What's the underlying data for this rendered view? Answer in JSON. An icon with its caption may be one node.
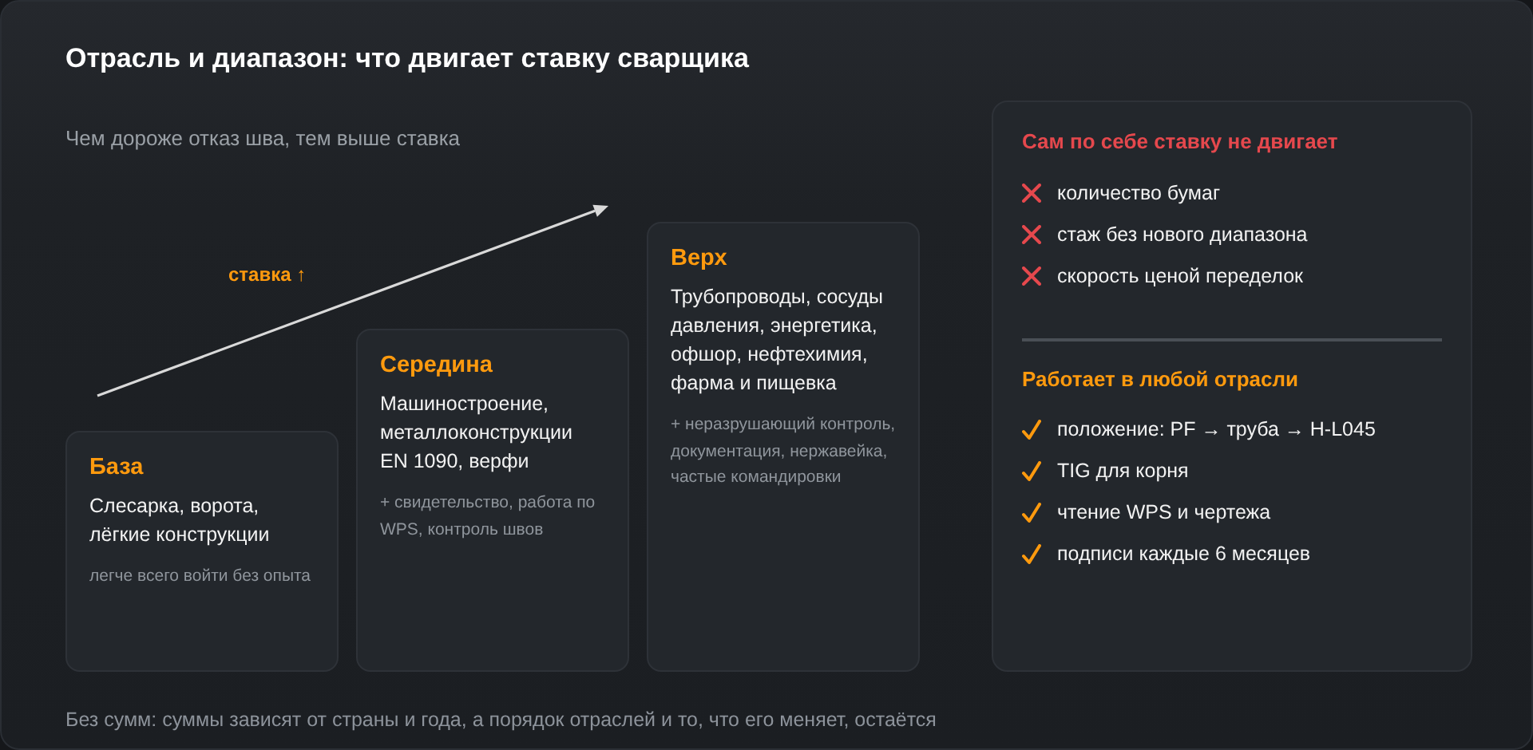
{
  "diagram": {
    "title": "Отрасль и диапазон: что двигает ставку сварщика",
    "caption": "Без сумм: суммы зависят от страны и года, а порядок отраслей и то, что его меняет, остаётся",
    "nodes": [
      {
        "text": [
          "База",
          "Слесарка, ворота, лёгкие конструкции",
          "легче всего войти без опыта"
        ]
      },
      {
        "text": [
          "Середина",
          "Машиностроение, металлоконструкции EN 1090, верфи",
          "+ свидетельство, работа по WPS, контроль швов"
        ]
      },
      {
        "text": [
          "Верх",
          "Трубопроводы, сосуды давления, энергетика, офшор, нефтехимия, фарма и пищевка",
          "+ неразрушающий контроль, документация, нержавейка, частые командировки"
        ]
      },
      {
        "text": [
          "Сам по себе ставку не двигает",
          "количество бумаг",
          "стаж без нового диапазона",
          "скорость ценой переделок",
          "Работает в любой отрасли",
          "положение: PF → труба → H-L045",
          "TIG для корня",
          "чтение WPS и чертежа",
          "подписи каждые 6 месяцев"
        ]
      }
    ],
    "labels": [
      "Чем дороже отказ шва, тем выше ставка",
      "ставка ↑"
    ]
  }
}
